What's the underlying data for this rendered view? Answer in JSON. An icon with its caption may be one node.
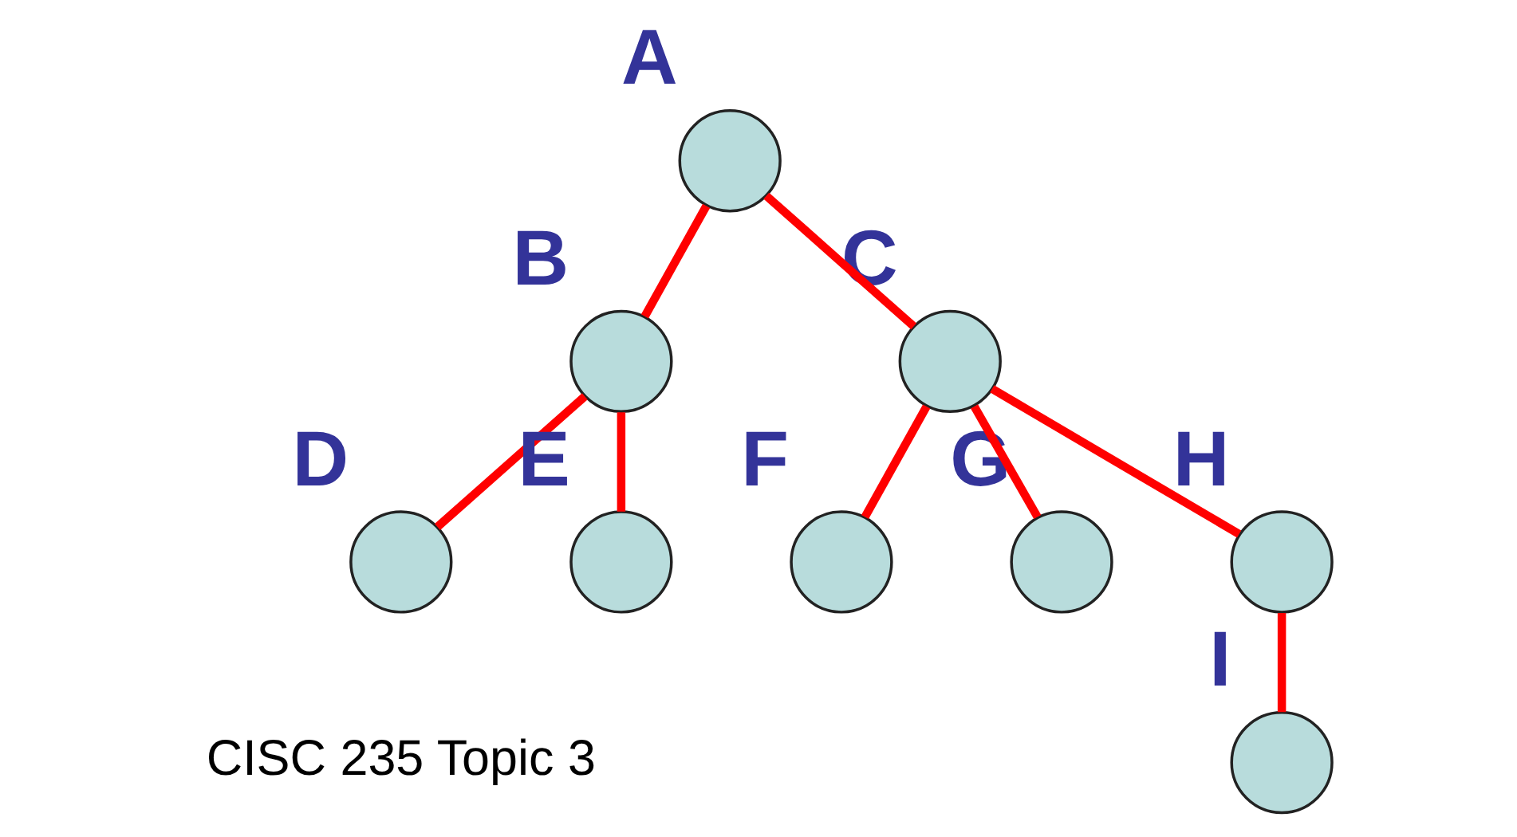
{
  "diagram": {
    "nodes": [
      {
        "text": [],
        "shape": "circle",
        "beside": [
          "A"
        ]
      },
      {
        "text": [],
        "shape": "circle",
        "beside": [
          "B"
        ]
      },
      {
        "text": [],
        "shape": "circle",
        "beside": [
          "C"
        ]
      },
      {
        "text": [],
        "shape": "circle",
        "beside": [
          "D"
        ]
      },
      {
        "text": [],
        "shape": "circle",
        "beside": [
          "E"
        ]
      },
      {
        "text": [],
        "shape": "circle",
        "beside": [
          "F"
        ]
      },
      {
        "text": [],
        "shape": "circle",
        "beside": [
          "G"
        ]
      },
      {
        "text": [],
        "shape": "circle",
        "beside": [
          "H"
        ]
      },
      {
        "text": [],
        "shape": "circle",
        "beside": [
          "I"
        ]
      }
    ],
    "edges": [
      {
        "from": 0,
        "to": 1,
        "arrow": "none"
      },
      {
        "from": 0,
        "to": 2,
        "arrow": "none"
      },
      {
        "from": 1,
        "to": 3,
        "arrow": "none"
      },
      {
        "from": 1,
        "to": 4,
        "arrow": "none"
      },
      {
        "from": 2,
        "to": 5,
        "arrow": "none"
      },
      {
        "from": 2,
        "to": 6,
        "arrow": "none"
      },
      {
        "from": 2,
        "to": 7,
        "arrow": "none"
      },
      {
        "from": 7,
        "to": 8,
        "arrow": "none"
      }
    ],
    "labels": [
      "CISC 235 Topic 3"
    ]
  }
}
